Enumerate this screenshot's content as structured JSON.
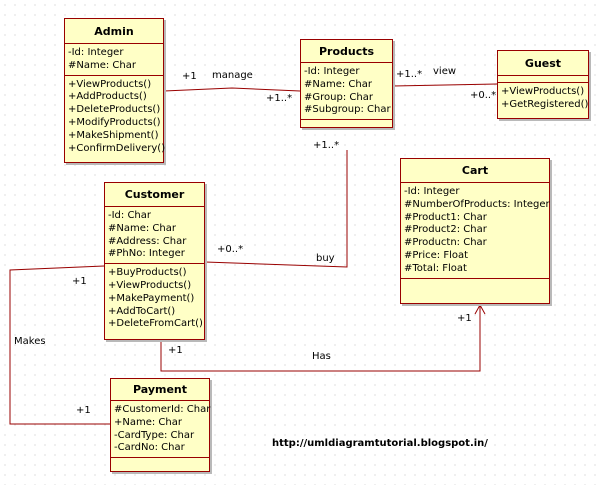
{
  "classes": {
    "admin": {
      "name": "Admin",
      "attributes": [
        "-Id: Integer",
        "#Name: Char"
      ],
      "operations": [
        "+ViewProducts()",
        "+AddProducts()",
        "+DeleteProducts()",
        "+ModifyProducts()",
        "+MakeShipment()",
        "+ConfirmDelivery()"
      ]
    },
    "products": {
      "name": "Products",
      "attributes": [
        "-Id: Integer",
        "#Name: Char",
        "#Group: Char",
        "#Subgroup: Char"
      ],
      "operations": []
    },
    "guest": {
      "name": "Guest",
      "attributes": [],
      "operations": [
        "+ViewProducts()",
        "+GetRegistered()"
      ]
    },
    "customer": {
      "name": "Customer",
      "attributes": [
        "-Id: Char",
        "#Name: Char",
        "#Address: Char",
        "#PhNo: Integer"
      ],
      "operations": [
        "+BuyProducts()",
        "+ViewProducts()",
        "+MakePayment()",
        "+AddToCart()",
        "+DeleteFromCart()"
      ]
    },
    "cart": {
      "name": "Cart",
      "attributes": [
        "-Id: Integer",
        "#NumberOfProducts: Integer",
        "#Product1: Char",
        "#Product2: Char",
        "#Productn: Char",
        "#Price: Float",
        "#Total: Float"
      ],
      "operations": []
    },
    "payment": {
      "name": "Payment",
      "attributes": [
        "#CustomerId: Char",
        "+Name: Char",
        "-CardType: Char",
        "-CardNo: Char"
      ],
      "operations": []
    }
  },
  "associations": {
    "manage": {
      "label": "manage",
      "mult_admin": "+1",
      "mult_products": "+1..*"
    },
    "view": {
      "label": "view",
      "mult_products": "+1..*",
      "mult_guest": "+0..*"
    },
    "buy": {
      "label": "buy",
      "mult_products": "+1..*",
      "mult_customer": "+0..*"
    },
    "makes": {
      "label": "Makes",
      "mult_customer": "+1",
      "mult_payment": "+1"
    },
    "has": {
      "label": "Has",
      "mult_customer": "+1",
      "mult_cart": "+1"
    }
  },
  "watermark": "http://umldiagramtutorial.blogspot.in/",
  "colors": {
    "box_fill": "#ffffc6",
    "box_border": "#990000",
    "line": "#990000"
  }
}
